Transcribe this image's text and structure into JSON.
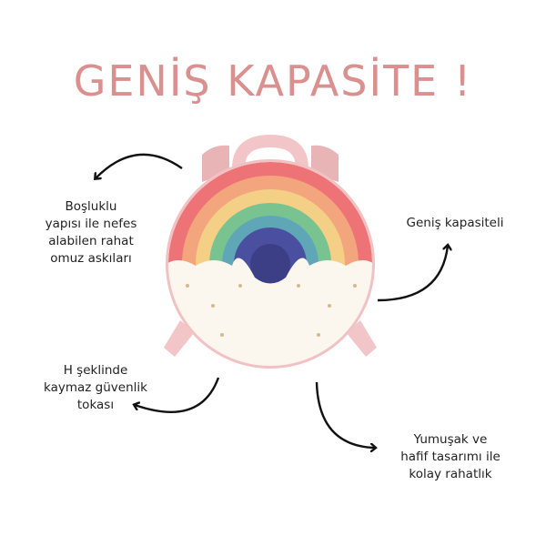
{
  "title": "GENİŞ KAPASİTE !",
  "features": {
    "straps": [
      "Boşluklu",
      "yapısı ile nefes",
      "alabilen rahat",
      "omuz askıları"
    ],
    "capacity": [
      "Geniş kapasiteli"
    ],
    "buckle": [
      "H şeklinde",
      "kaymaz güvenlik",
      "tokası"
    ],
    "light": [
      "Yumuşak ve",
      "hafif tasarımı ile",
      "kolay rahatlık"
    ]
  },
  "colors": {
    "title": "#d9908e",
    "strap": "#f2c6c8",
    "rainbow": [
      "#ee7377",
      "#f3a57e",
      "#f4cf86",
      "#79c391",
      "#5fa7b7",
      "#4a4fa0"
    ],
    "cloud": "#fbf7ef"
  },
  "icons": [
    "curved-arrow"
  ]
}
